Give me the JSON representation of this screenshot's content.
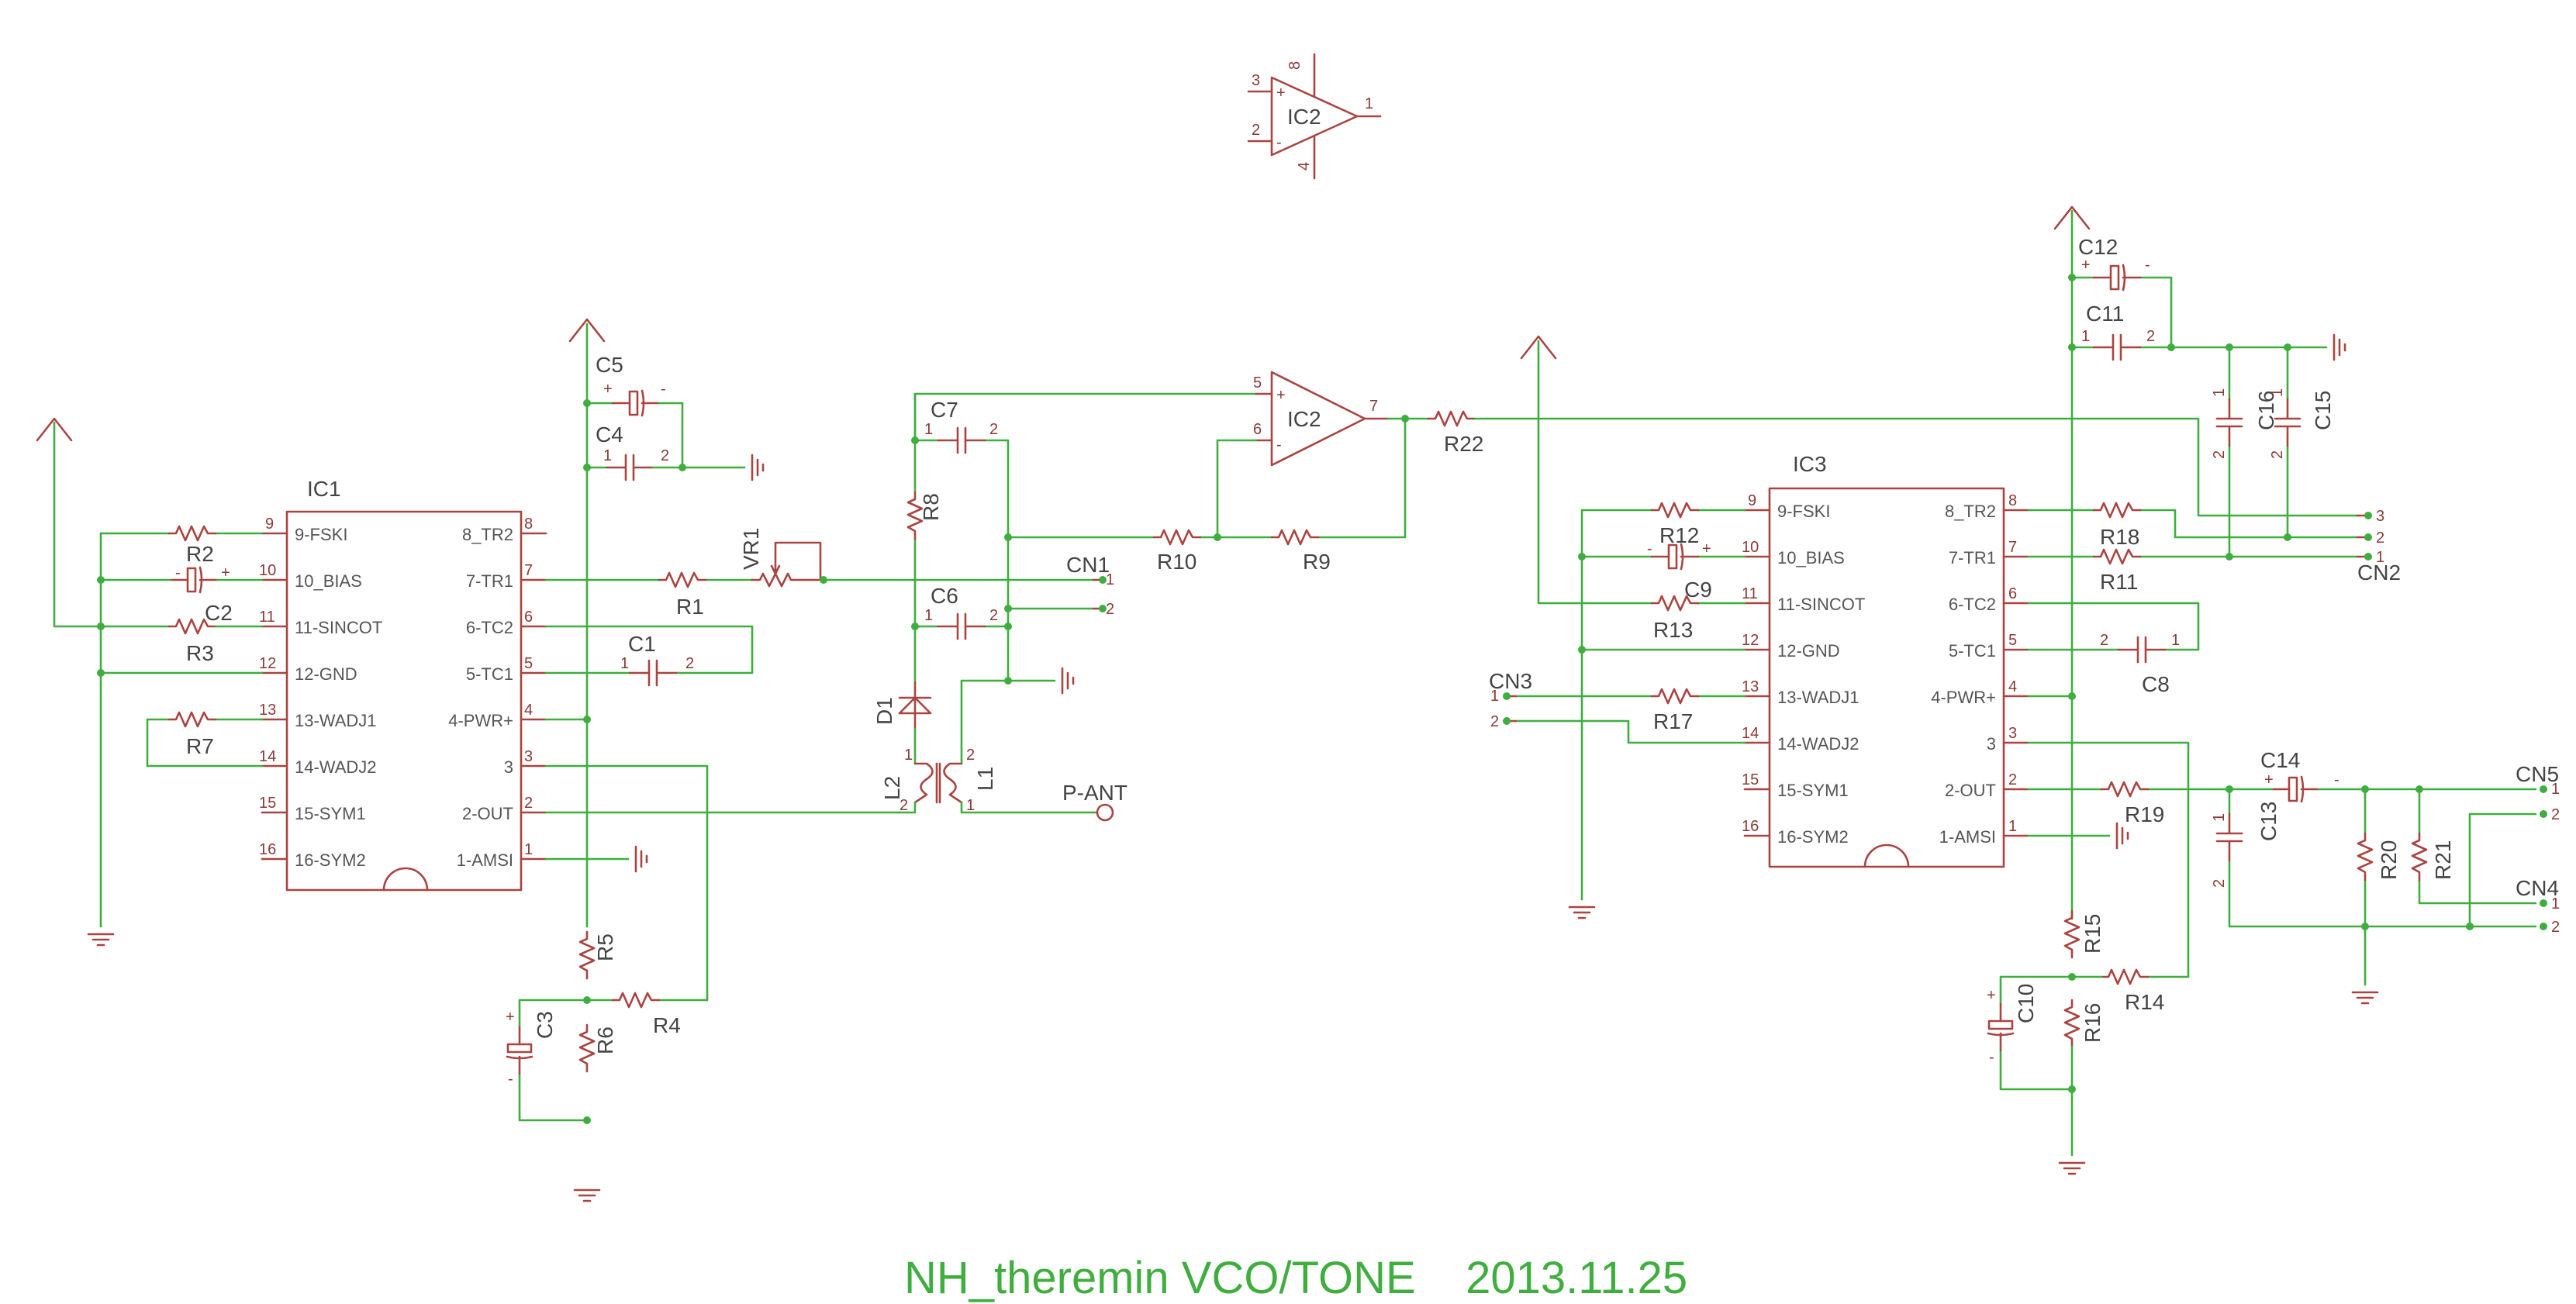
{
  "title": "NH_theremin VCO/TONE    2013.11.25",
  "ic_pins": [
    "9-FSKI",
    "10_BIAS",
    "11-SINCOT",
    "12-GND",
    "13-WADJ1",
    "14-WADJ2",
    "15-SYM1",
    "16-SYM2",
    "8_TR2",
    "7-TR1",
    "6-TC2",
    "5-TC1",
    "4-PWR+",
    "3",
    "2-OUT",
    "1-AMSI"
  ],
  "ic_left_nums": [
    "9",
    "10",
    "11",
    "12",
    "13",
    "14",
    "15",
    "16"
  ],
  "ic_right_nums": [
    "8",
    "7",
    "6",
    "5",
    "4",
    "3",
    "2",
    "1"
  ],
  "opamp_pins": {
    "plus": "+",
    "minus": "-",
    "p3": "3",
    "p2": "2",
    "p8": "8",
    "p4": "4",
    "p1": "1",
    "p5": "5",
    "p6": "6",
    "p7": "7"
  },
  "pin_one": "1",
  "pin_two": "2",
  "pin_three": "3",
  "plus": "+",
  "minus": "-",
  "refs": {
    "ic1": "IC1",
    "ic2": "IC2",
    "ic3": "IC3",
    "r1": "R1",
    "r2": "R2",
    "r3": "R3",
    "r4": "R4",
    "r5": "R5",
    "r6": "R6",
    "r7": "R7",
    "r8": "R8",
    "r9": "R9",
    "r10": "R10",
    "r11": "R11",
    "r12": "R12",
    "r13": "R13",
    "r14": "R14",
    "r15": "R15",
    "r16": "R16",
    "r17": "R17",
    "r18": "R18",
    "r19": "R19",
    "r20": "R20",
    "r21": "R21",
    "r22": "R22",
    "c1": "C1",
    "c2": "C2",
    "c3": "C3",
    "c4": "C4",
    "c5": "C5",
    "c6": "C6",
    "c7": "C7",
    "c8": "C8",
    "c9": "C9",
    "c10": "C10",
    "c11": "C11",
    "c12": "C12",
    "c13": "C13",
    "c14": "C14",
    "c15": "C15",
    "c16": "C16",
    "vr1": "VR1",
    "d1": "D1",
    "l1": "L1",
    "l2": "L2",
    "cn1": "CN1",
    "cn2": "CN2",
    "cn3": "CN3",
    "cn4": "CN4",
    "cn5": "CN5",
    "pant": "P-ANT"
  },
  "colors": {
    "part": "#a94440",
    "wire": "#3fae3f",
    "label": "#555555"
  }
}
